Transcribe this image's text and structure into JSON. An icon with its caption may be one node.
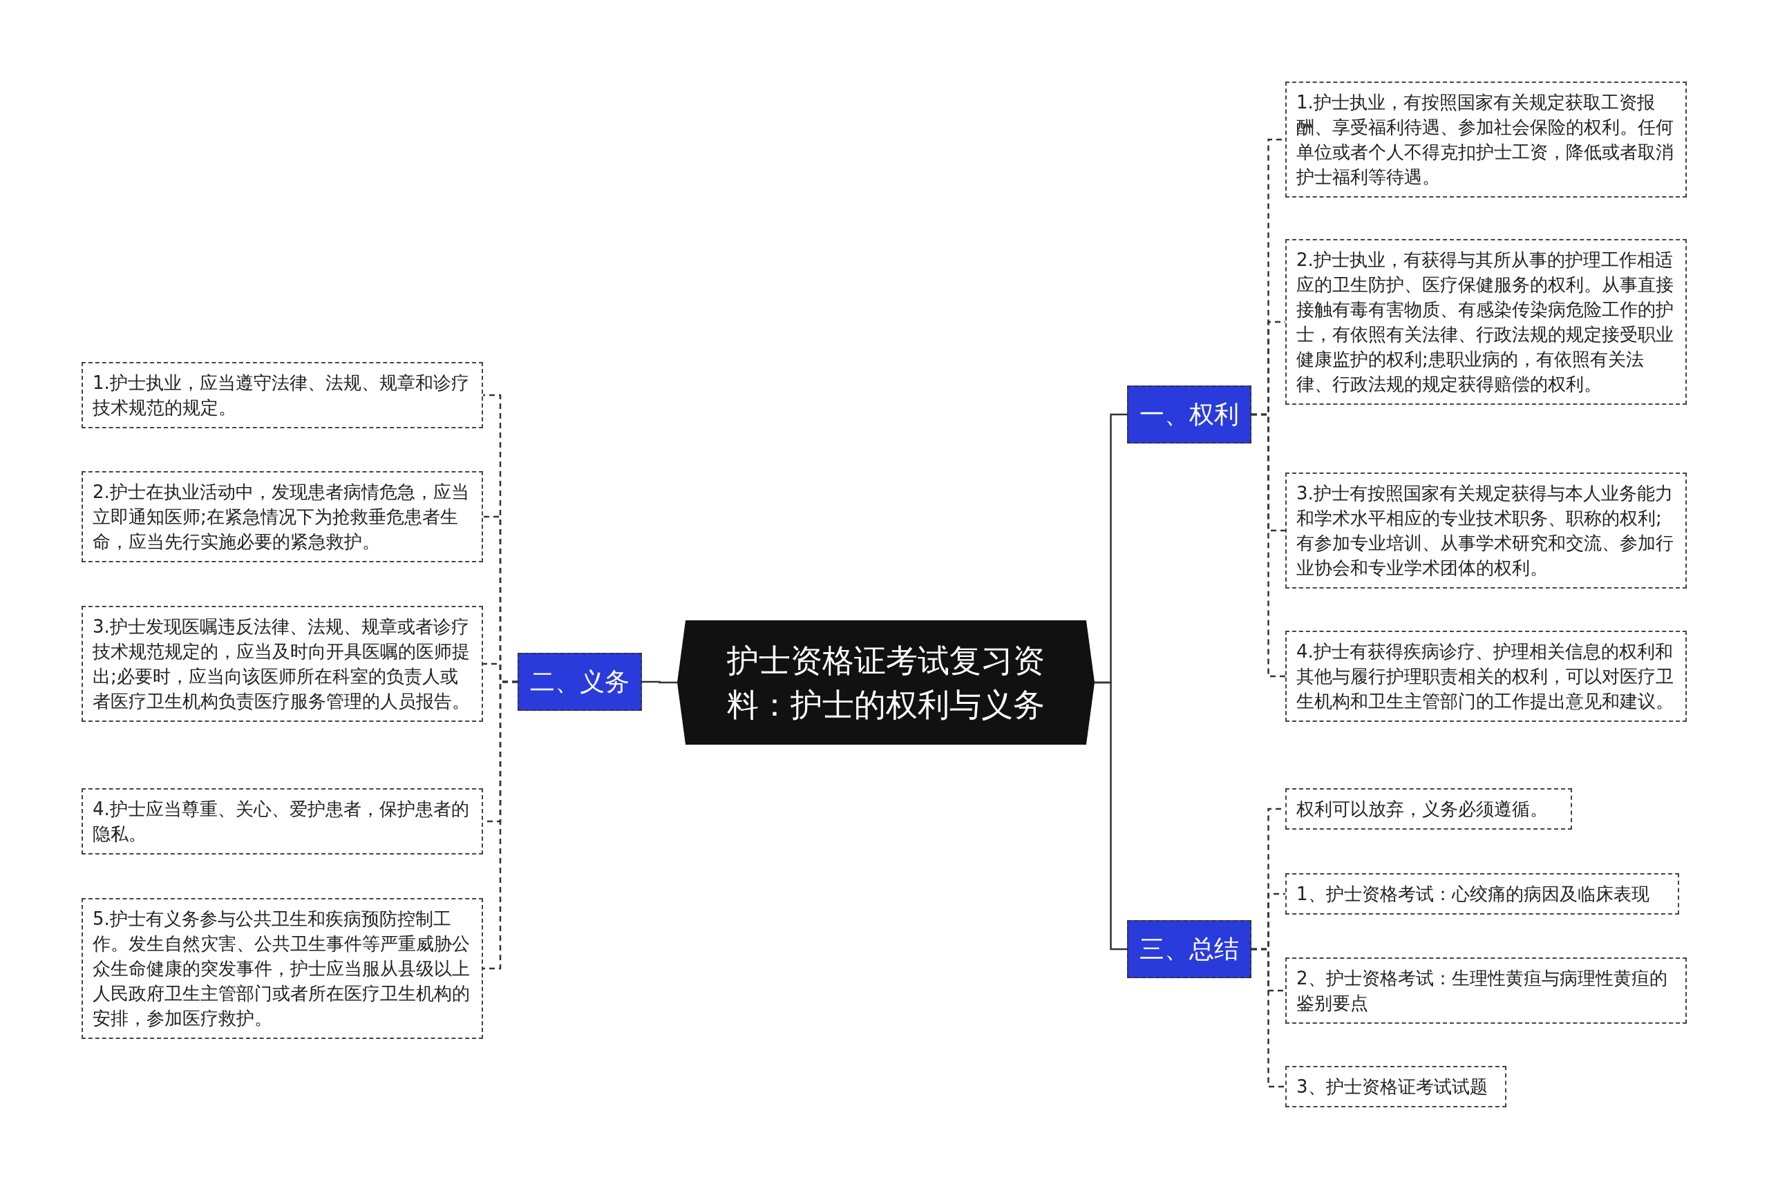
{
  "diagram": {
    "nodes": [
      {
        "text": [
          "护士资格证考试复习资料：护士的权利与义务"
        ]
      },
      {
        "text": [
          "一、权利"
        ]
      },
      {
        "text": [
          "1.护士执业，有按照国家有关规定获取工资报酬、享受福利待遇、参加社会保险的权利。任何单位或者个人不得克扣护士工资，降低或者取消护士福利等待遇。"
        ]
      },
      {
        "text": [
          "2.护士执业，有获得与其所从事的护理工作相适应的卫生防护、医疗保健服务的权利。从事直接接触有毒有害物质、有感染传染病危险工作的护士，有依照有关法律、行政法规的规定接受职业健康监护的权利;患职业病的，有依照有关法律、行政法规的规定获得赔偿的权利。"
        ]
      },
      {
        "text": [
          "3.护士有按照国家有关规定获得与本人业务能力和学术水平相应的专业技术职务、职称的权利;有参加专业培训、从事学术研究和交流、参加行业协会和专业学术团体的权利。"
        ]
      },
      {
        "text": [
          "4.护士有获得疾病诊疗、护理相关信息的权利和其他与履行护理职责相关的权利，可以对医疗卫生机构和卫生主管部门的工作提出意见和建议。"
        ]
      },
      {
        "text": [
          "二、义务"
        ]
      },
      {
        "text": [
          "1.护士执业，应当遵守法律、法规、规章和诊疗技术规范的规定。"
        ]
      },
      {
        "text": [
          "2.护士在执业活动中，发现患者病情危急，应当立即通知医师;在紧急情况下为抢救垂危患者生命，应当先行实施必要的紧急救护。"
        ]
      },
      {
        "text": [
          "3.护士发现医嘱违反法律、法规、规章或者诊疗技术规范规定的，应当及时向开具医嘱的医师提出;必要时，应当向该医师所在科室的负责人或者医疗卫生机构负责医疗服务管理的人员报告。"
        ]
      },
      {
        "text": [
          "4.护士应当尊重、关心、爱护患者，保护患者的隐私。"
        ]
      },
      {
        "text": [
          "5.护士有义务参与公共卫生和疾病预防控制工作。发生自然灾害、公共卫生事件等严重威胁公众生命健康的突发事件，护士应当服从县级以上人民政府卫生主管部门或者所在医疗卫生机构的安排，参加医疗救护。"
        ]
      },
      {
        "text": [
          "三、总结"
        ]
      },
      {
        "text": [
          "权利可以放弃，义务必须遵循。"
        ]
      },
      {
        "text": [
          "1、护士资格考试：心绞痛的病因及临床表现"
        ]
      },
      {
        "text": [
          "2、护士资格考试：生理性黄疸与病理性黄疸的鉴别要点"
        ]
      },
      {
        "text": [
          "3、护士资格证考试试题"
        ]
      }
    ],
    "edges": [
      {
        "from": 0,
        "to": 1,
        "arrow": "none"
      },
      {
        "from": 1,
        "to": 2,
        "arrow": "none",
        "style": "dashed"
      },
      {
        "from": 1,
        "to": 3,
        "arrow": "none",
        "style": "dashed"
      },
      {
        "from": 1,
        "to": 4,
        "arrow": "none",
        "style": "dashed"
      },
      {
        "from": 1,
        "to": 5,
        "arrow": "none",
        "style": "dashed"
      },
      {
        "from": 0,
        "to": 6,
        "arrow": "none"
      },
      {
        "from": 6,
        "to": 7,
        "arrow": "none",
        "style": "dashed"
      },
      {
        "from": 6,
        "to": 8,
        "arrow": "none",
        "style": "dashed"
      },
      {
        "from": 6,
        "to": 9,
        "arrow": "none",
        "style": "dashed"
      },
      {
        "from": 6,
        "to": 10,
        "arrow": "none",
        "style": "dashed"
      },
      {
        "from": 6,
        "to": 11,
        "arrow": "none",
        "style": "dashed"
      },
      {
        "from": 0,
        "to": 12,
        "arrow": "none"
      },
      {
        "from": 12,
        "to": 13,
        "arrow": "none",
        "style": "dashed"
      },
      {
        "from": 12,
        "to": 14,
        "arrow": "none",
        "style": "dashed"
      },
      {
        "from": 12,
        "to": 15,
        "arrow": "none",
        "style": "dashed"
      },
      {
        "from": 12,
        "to": 16,
        "arrow": "none",
        "style": "dashed"
      }
    ]
  }
}
